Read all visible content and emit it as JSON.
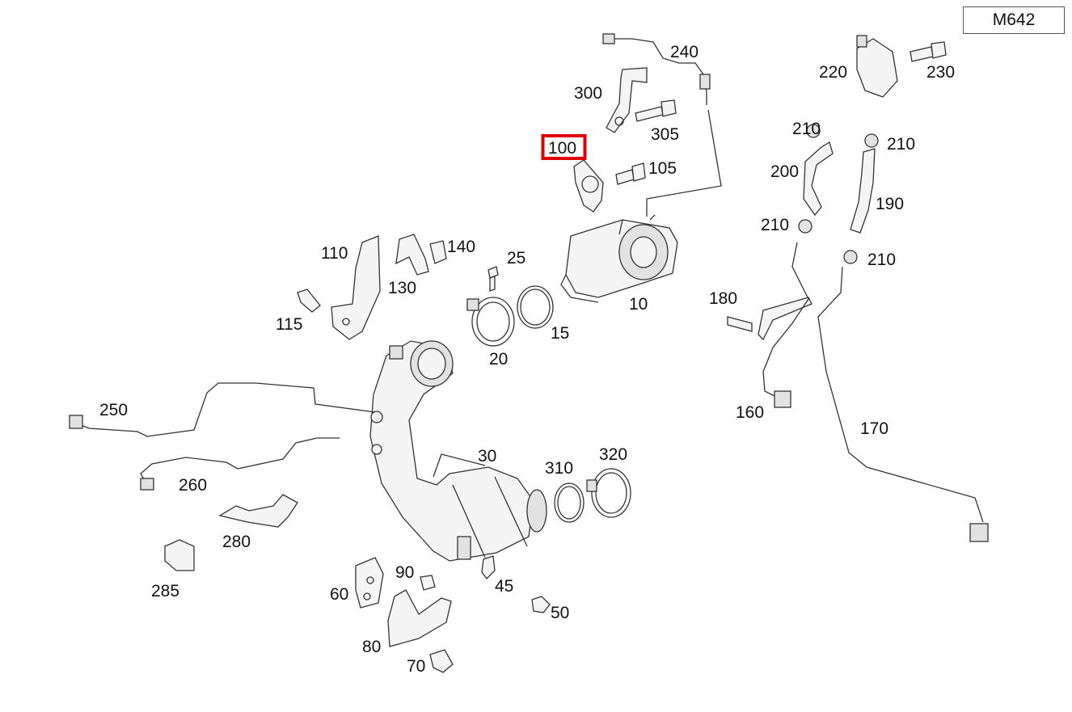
{
  "engine_code": "M642",
  "highlighted_part": "100",
  "highlight_color": "#e00000",
  "parts": [
    {
      "id": "p10",
      "label": "10"
    },
    {
      "id": "p15",
      "label": "15"
    },
    {
      "id": "p20",
      "label": "20"
    },
    {
      "id": "p25",
      "label": "25"
    },
    {
      "id": "p30",
      "label": "30"
    },
    {
      "id": "p45",
      "label": "45"
    },
    {
      "id": "p50",
      "label": "50"
    },
    {
      "id": "p60",
      "label": "60"
    },
    {
      "id": "p70",
      "label": "70"
    },
    {
      "id": "p80",
      "label": "80"
    },
    {
      "id": "p90",
      "label": "90"
    },
    {
      "id": "p100",
      "label": "100"
    },
    {
      "id": "p105",
      "label": "105"
    },
    {
      "id": "p110",
      "label": "110"
    },
    {
      "id": "p115",
      "label": "115"
    },
    {
      "id": "p130",
      "label": "130"
    },
    {
      "id": "p140",
      "label": "140"
    },
    {
      "id": "p160",
      "label": "160"
    },
    {
      "id": "p170",
      "label": "170"
    },
    {
      "id": "p180",
      "label": "180"
    },
    {
      "id": "p190",
      "label": "190"
    },
    {
      "id": "p200",
      "label": "200"
    },
    {
      "id": "p210a",
      "label": "210"
    },
    {
      "id": "p210b",
      "label": "210"
    },
    {
      "id": "p210c",
      "label": "210"
    },
    {
      "id": "p210d",
      "label": "210"
    },
    {
      "id": "p220",
      "label": "220"
    },
    {
      "id": "p230",
      "label": "230"
    },
    {
      "id": "p240",
      "label": "240"
    },
    {
      "id": "p250",
      "label": "250"
    },
    {
      "id": "p260",
      "label": "260"
    },
    {
      "id": "p280",
      "label": "280"
    },
    {
      "id": "p285",
      "label": "285"
    },
    {
      "id": "p300",
      "label": "300"
    },
    {
      "id": "p305",
      "label": "305"
    },
    {
      "id": "p310",
      "label": "310"
    },
    {
      "id": "p320",
      "label": "320"
    }
  ]
}
